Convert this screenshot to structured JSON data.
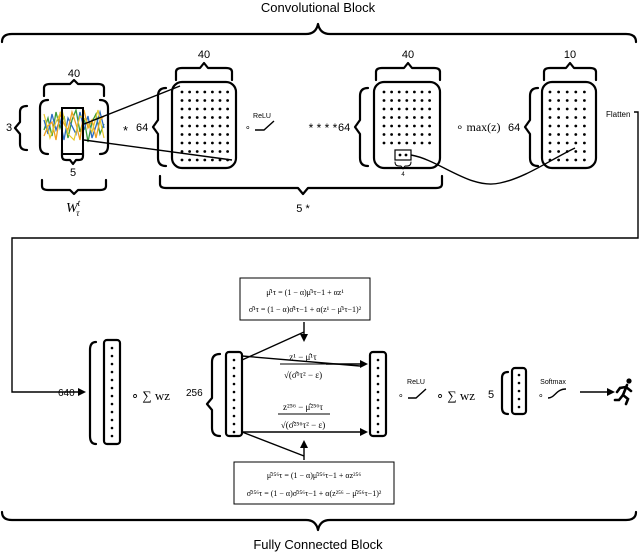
{
  "conv": {
    "title": "Convolutional Block",
    "input_width": "40",
    "input_height": "3",
    "kernel_width": "5",
    "weight_label": "W",
    "weight_sup": "t",
    "weight_sub": "τ",
    "conv_op": "*",
    "map1_width": "40",
    "map1_height": "64",
    "relu": "ReLU",
    "repeat": "* * * *",
    "map2_width": "40",
    "map2_height": "64",
    "pool_op": "∘ max(z)",
    "pool_size": "4",
    "map3_width": "10",
    "map3_height": "64",
    "flatten": "Flatten",
    "repeat_count": "5 *"
  },
  "fc": {
    "title": "Fully Connected Block",
    "n640": "640",
    "sum1": "∘ ∑ wz",
    "n256": "256",
    "norm_top": {
      "num": "z¹ − μ̂¹τ",
      "den": "√(σ̂¹τ² − ε)"
    },
    "norm_bot": {
      "num": "z²⁵⁶ − μ̂²⁵⁶τ",
      "den": "√(σ̂²⁵⁶τ² − ε)"
    },
    "eq_top": {
      "line1": "μ̂¹τ = (1 − α)μ̂¹τ−1 + αz¹",
      "line2": "σ̂¹τ = (1 − α)σ̂¹τ−1 + α(z¹ − μ̂¹τ−1)²"
    },
    "eq_bot": {
      "line1": "μ̂²⁵⁶τ = (1 − α)μ̂²⁵⁶τ−1 + αz²⁵⁶",
      "line2": "σ̂²⁵⁶τ = (1 − α)σ̂²⁵⁶τ−1 + α(z²⁵⁶ − μ̂²⁵⁶τ−1)²"
    },
    "relu": "ReLU",
    "sum2": "∘ ∑ wz",
    "n5": "5",
    "softmax": "Softmax",
    "output_icon": "running-person-icon"
  },
  "colors": {
    "signal_green": "#3a9a3a",
    "signal_blue": "#2b6cc4",
    "signal_orange": "#f0a020",
    "signal_yellow": "#e8c82a"
  }
}
